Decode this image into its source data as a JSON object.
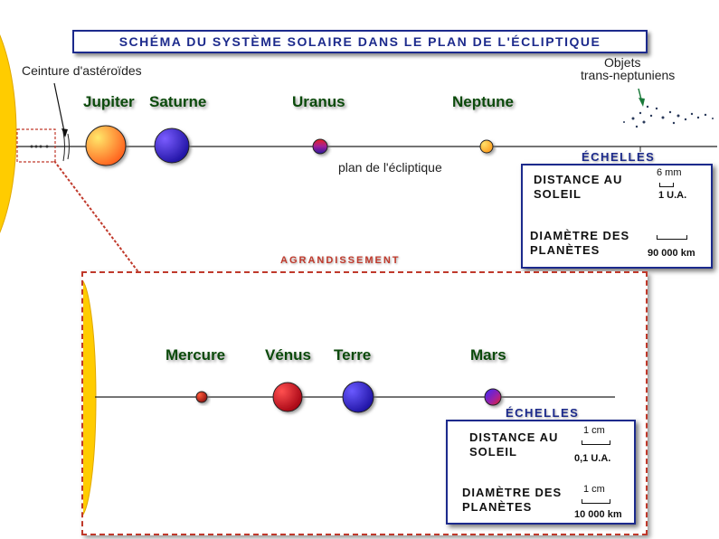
{
  "title": "SCHÉMA DU SYSTÈME SOLAIRE DANS LE PLAN DE L'ÉCLIPTIQUE",
  "labels": {
    "asteroid_belt": "Ceinture d'astéroïdes",
    "tno_line1": "Objets",
    "tno_line2": "trans-neptuniens",
    "ecliptic": "plan de l'écliptique",
    "zoom": "AGRANDISSEMENT"
  },
  "outer_planets": [
    {
      "name": "Jupiter",
      "color_light": "#ffd84a",
      "color_dark": "#ff5a1a"
    },
    {
      "name": "Saturne",
      "color_light": "#6a4cff",
      "color_dark": "#1a0f9e"
    },
    {
      "name": "Uranus",
      "color_light": "#3a2a9a",
      "color_dark": "#e62020"
    },
    {
      "name": "Neptune",
      "color_light": "#ffd64a",
      "color_dark": "#ff9a1a"
    }
  ],
  "inner_planets": [
    {
      "name": "Mercure",
      "color_light": "#ff4a2a",
      "color_dark": "#9a1010"
    },
    {
      "name": "Vénus",
      "color_light": "#ff3030",
      "color_dark": "#b00010"
    },
    {
      "name": "Terre",
      "color_light": "#5a4aff",
      "color_dark": "#1a0f9e"
    },
    {
      "name": "Mars",
      "color_light": "#3a2aff",
      "color_dark": "#e62020"
    }
  ],
  "scale_main": {
    "heading": "ÉCHELLES",
    "distance_l1": "DISTANCE AU",
    "distance_l2": "SOLEIL",
    "distance_top": "6 mm",
    "distance_bottom": "1 U.A.",
    "diameter_l1": "DIAMÈTRE DES",
    "diameter_l2": "PLANÈTES",
    "diameter_bottom": "90 000 km"
  },
  "scale_zoom": {
    "heading": "ÉCHELLES",
    "distance_l1": "DISTANCE AU",
    "distance_l2": "SOLEIL",
    "distance_top": "1 cm",
    "distance_bottom": "0,1 U.A.",
    "diameter_l1": "DIAMÈTRE DES",
    "diameter_l2": "PLANÈTES",
    "diameter_top": "1 cm",
    "diameter_bottom": "10 000 km"
  },
  "colors": {
    "sun": "#ffcc00",
    "frame_blue": "#1c2a8c",
    "zoom_red": "#c0392b",
    "name_green": "#0b4a0b"
  }
}
